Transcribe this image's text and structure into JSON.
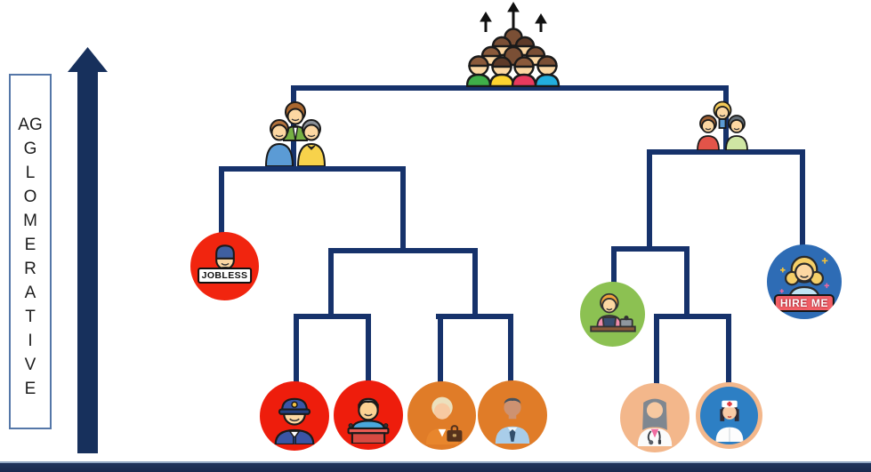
{
  "diagram_type": "agglomerative-hierarchical-clustering-dendrogram",
  "axis": {
    "word": "AGGLOMERATIVE",
    "lines": [
      "AG",
      "G",
      "L",
      "O",
      "M",
      "E",
      "R",
      "A",
      "T",
      "I",
      "V",
      "E"
    ],
    "arrow_direction": "up",
    "arrow_color": "#17305c"
  },
  "signs": {
    "jobless": "JOBLESS",
    "hire_me": "HIRE ME"
  },
  "colors": {
    "tree_line": "#16326b",
    "bottom_bar": "#20345c",
    "red_circle": "#f1250f",
    "orange_circle": "#e07c28",
    "peach_circle": "#f3b78b",
    "green_circle": "#8cc152",
    "blue_circle": "#2e6cb5",
    "nurse_inner_blue": "#2d7fc4",
    "axis_box_border": "#5577a8"
  },
  "icons": {
    "crowd-icon": "pyramid crowd of people with green/yellow/red/blue shirts and three up arrows",
    "up-arrow-icon": "black upward arrow",
    "men-group-icon": "three men cluster",
    "women-group-icon": "three women cluster",
    "jobless-icon": "man in beanie holding JOBLESS sign",
    "hire-me-icon": "blonde woman holding HIRE ME sign with sparkles",
    "cook-icon": "woman cook with apron and pot",
    "police-icon": "police officer with cap",
    "lecturer-icon": "speaker at red podium",
    "businesswoman-icon": "businesswoman with briefcase",
    "businessman-icon": "businessman with tie",
    "doctor-icon": "female doctor with stethoscope",
    "nurse-icon": "nurse with red-cross cap"
  },
  "hierarchy": {
    "root": "crowd",
    "children": {
      "crowd": [
        "men_group",
        "women_group"
      ],
      "men_group": [
        "jobless",
        "cluster_a"
      ],
      "cluster_a": [
        "cluster_b",
        "cluster_c"
      ],
      "cluster_b": [
        "police",
        "lecturer"
      ],
      "cluster_c": [
        "businesswoman",
        "businessman"
      ],
      "women_group": [
        "cluster_d",
        "hire_me"
      ],
      "cluster_d": [
        "cook",
        "cluster_e"
      ],
      "cluster_e": [
        "doctor",
        "nurse"
      ]
    }
  },
  "nodes": {
    "jobless": {
      "sign": "JOBLESS",
      "circle_color": "#f1250f"
    },
    "hire_me": {
      "sign": "HIRE ME",
      "circle_color": "#2e6cb5"
    },
    "police": {
      "circle_color": "#f1250f"
    },
    "lecturer": {
      "circle_color": "#f1250f"
    },
    "businesswoman": {
      "circle_color": "#e07c28"
    },
    "businessman": {
      "circle_color": "#e07c28"
    },
    "cook": {
      "circle_color": "#8cc152"
    },
    "doctor": {
      "circle_color": "#f3b78b"
    },
    "nurse": {
      "circle_color": "#f3b78b"
    }
  }
}
